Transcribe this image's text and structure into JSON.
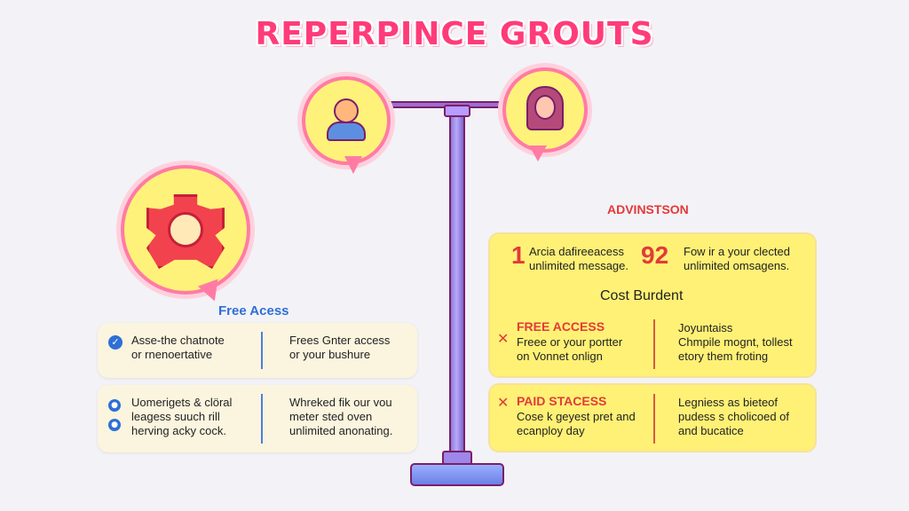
{
  "title": "REPERPINCE GROUTS",
  "headings": {
    "left": "Free Acess",
    "right": "ADVINSTSON",
    "center": "Cost Burdent"
  },
  "left_cards": [
    {
      "icon": "check-icon",
      "col1": [
        "Asse-the chatnote",
        "or rnenoertative"
      ],
      "col2": [
        "Frees Gnter access",
        "or your bushure"
      ]
    },
    {
      "icon": "bird-icon",
      "col1": [
        "Uomerigets & clöral",
        "leagess suuch rill",
        "herving acky cock."
      ],
      "col2": [
        "Whreked fik our vou",
        "meter sted oven",
        "unlimited anonating."
      ]
    }
  ],
  "top_panel": {
    "num1": "1",
    "text1": [
      "Arcia dafireeacess",
      "unlimited message."
    ],
    "num2": "92",
    "text2": [
      "Fow ir a your clected",
      "unlimited omsagens."
    ]
  },
  "panels": [
    {
      "heading": "FREE ACCESS",
      "left": [
        "Freee or your portter",
        "on Vonnet onlign"
      ],
      "right": [
        "Joyuntaiss",
        "Chmpile mognt, tollest",
        "etory them froting"
      ]
    },
    {
      "heading": "PAID STACESS",
      "left": [
        "Cose k geyest pret and",
        "ecanploy day"
      ],
      "right": [
        "Legniess as bieteof",
        "pudess s cholicoed of",
        "and bucatice"
      ]
    }
  ],
  "colors": {
    "title": "#ff3c7a",
    "accent_blue": "#2f6fd6",
    "accent_red": "#e23a3a",
    "panel_yellow": "#fff176"
  }
}
